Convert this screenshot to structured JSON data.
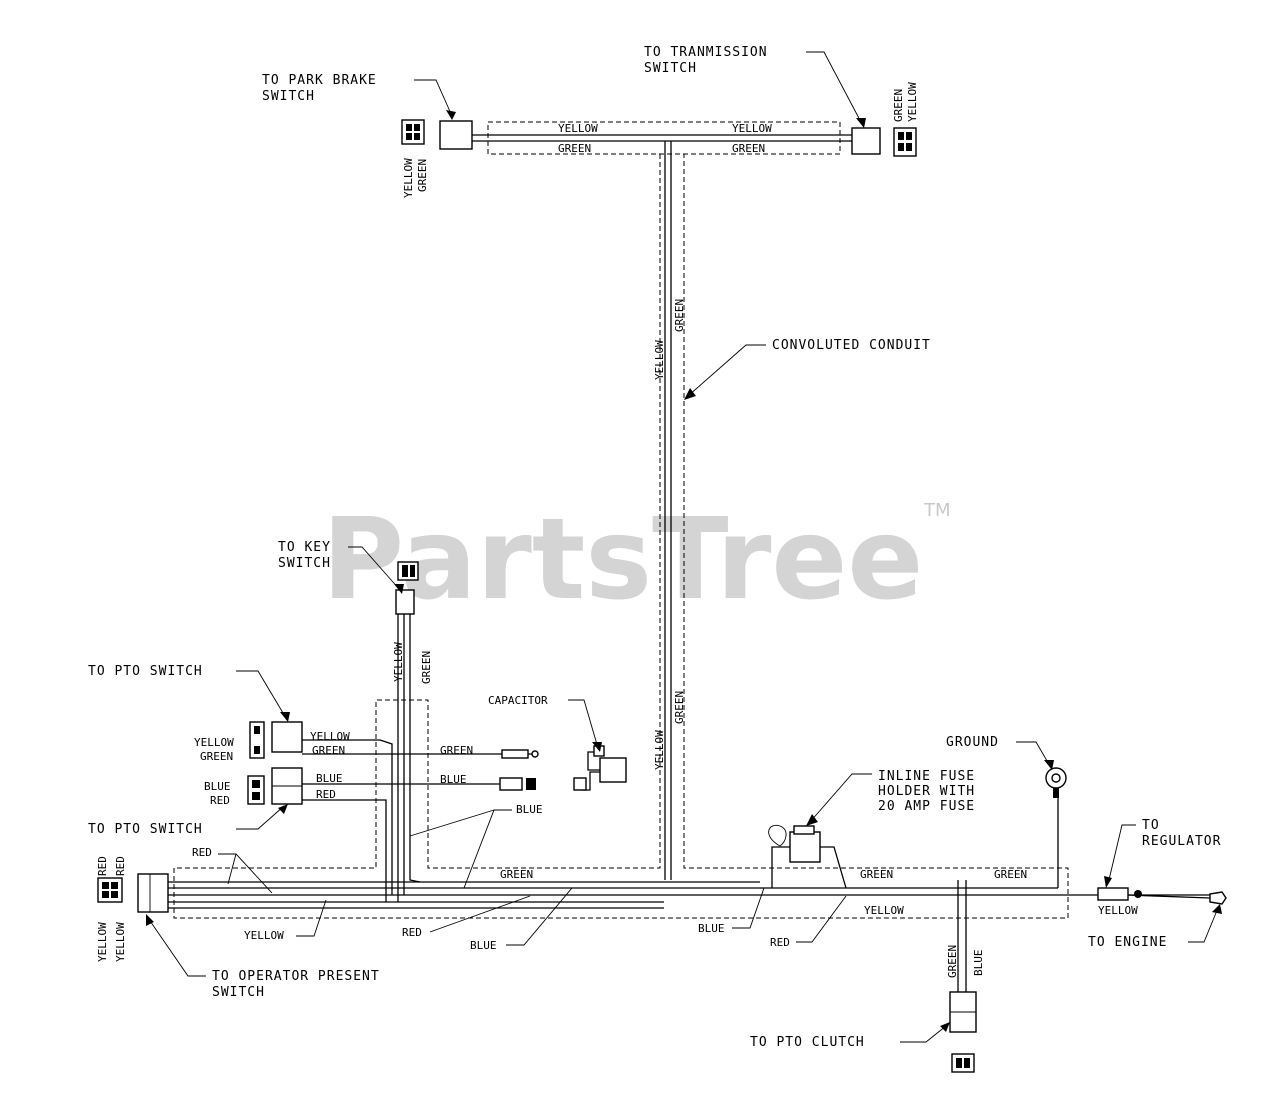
{
  "watermark": {
    "text": "PartsTree",
    "trademark": "TM"
  },
  "labels": {
    "park_brake_1": "TO PARK BRAKE",
    "park_brake_2": "SWITCH",
    "transmission_1": "TO TRANMISSION",
    "transmission_2": "SWITCH",
    "conduit": "CONVOLUTED CONDUIT",
    "key_1": "TO KEY",
    "key_2": "SWITCH",
    "pto_switch_top": "TO PTO SWITCH",
    "pto_switch_bottom": "TO PTO SWITCH",
    "capacitor": "CAPACITOR",
    "ground": "GROUND",
    "fuse_1": "INLINE FUSE",
    "fuse_2": "HOLDER WITH",
    "fuse_3": "20 AMP FUSE",
    "regulator_1": "TO",
    "regulator_2": "REGULATOR",
    "engine": "TO ENGINE",
    "operator_1": "TO OPERATOR PRESENT",
    "operator_2": "SWITCH",
    "pto_clutch": "TO PTO CLUTCH"
  },
  "wires": {
    "yellow": "YELLOW",
    "green": "GREEN",
    "blue": "BLUE",
    "red": "RED"
  }
}
